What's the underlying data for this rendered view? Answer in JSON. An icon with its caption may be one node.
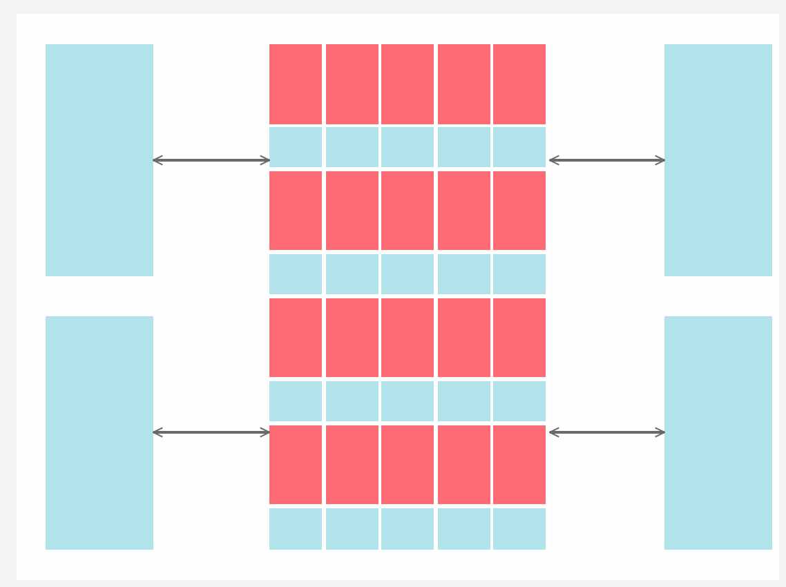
{
  "diagram": {
    "nodes": [
      {
        "text": [],
        "shape": "box"
      },
      {
        "text": [],
        "shape": "box"
      },
      {
        "text": [],
        "shape": "box"
      },
      {
        "text": [],
        "shape": "box"
      },
      {
        "text": [],
        "shape": "box"
      }
    ],
    "edges": [
      {
        "from": 0,
        "to": 1,
        "arrow": "both"
      },
      {
        "from": 1,
        "to": 2,
        "arrow": "both"
      },
      {
        "from": 3,
        "to": 1,
        "arrow": "both"
      },
      {
        "from": 1,
        "to": 4,
        "arrow": "both"
      }
    ]
  }
}
